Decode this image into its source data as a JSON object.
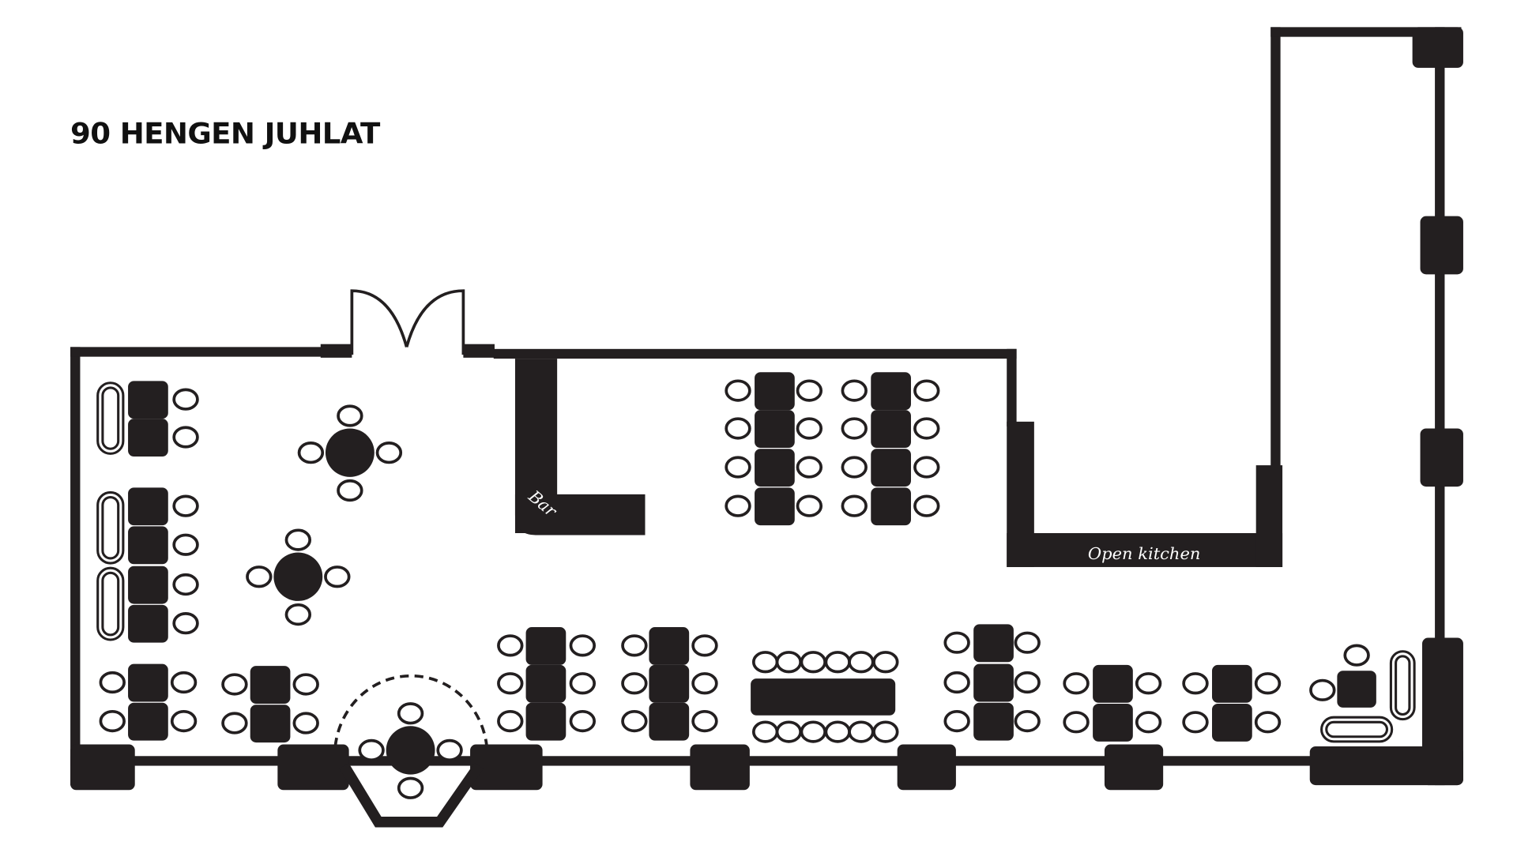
{
  "title": "90 HENGEN JUHLAT",
  "labels": {
    "bar": "Bar",
    "kitchen": "Open kitchen"
  },
  "colors": {
    "ink": "#231f20",
    "background": "#ffffff"
  }
}
